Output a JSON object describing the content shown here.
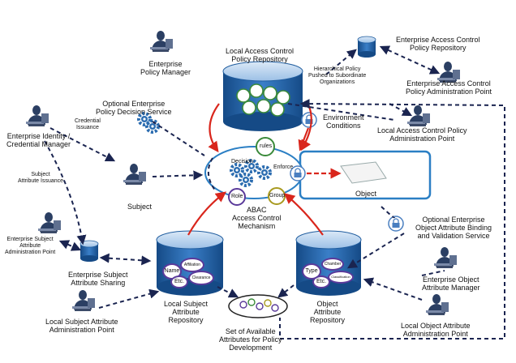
{
  "labels": {
    "policy_manager": "Enterprise\nPolicy  Manager",
    "local_repo": "Local Access Control\nPolicy Repository",
    "hierarchical": "Hierarchical Policy\nPushed to Subordinate\nOrganizations",
    "ent_repo": "Enterprise Access Control\nPolicy Repository",
    "ent_admin": "Enterprise Access Control\nPolicy Administration Point",
    "opt_pds": "Optional Enterprise\nPolicy Decision Service",
    "credential_issuance": "Credential\nIssuance",
    "identity_manager": "Enterprise Identity /\nCredential Manager",
    "env_conditions": "Environment\nConditions",
    "local_admin": "Local Access Control Policy\nAdministration Point",
    "subject_attr_issuance": "Subject\nAttribute Issuance",
    "subject": "Subject",
    "object": "Object",
    "abac": "ABAC\nAccess Control\nMechanism",
    "opt_binding": "Optional Enterprise\nObject Attribute Binding\nand Validation Service",
    "ent_subject_admin": "Enterprise Subject\nAttribute\nAdministration Point",
    "ent_subject_sharing": "Enterprise Subject\nAttribute Sharing",
    "local_subject_repo": "Local Subject\nAttribute\nRepository",
    "object_repo": "Object\nAttribute\nRepository",
    "ent_object_manager": "Enterprise Object\nAttribute Manager",
    "local_subject_admin": "Local Subject Attribute\nAdministration Point",
    "set_available": "Set of Available\nAttributes for Policy\nDevelopment",
    "local_object_admin": "Local Object Attribute\nAdministration Point"
  },
  "mechanism": {
    "decision": "Decision",
    "enforce": "Enforce",
    "rules": "rules",
    "role": "Role",
    "group": "Group"
  },
  "subject_repo_bubbles": [
    "Name",
    "Affiliation",
    "Clearance",
    "Etc."
  ],
  "object_repo_bubbles": [
    "Type",
    "Chamber",
    "Classification",
    "Etc."
  ],
  "colors": {
    "cylinder_top": "#bcd6ef",
    "cylinder_body": "#1f5c9e",
    "gear": "#2b6cb0",
    "arrow_red": "#d9261c",
    "arrow_dark": "#1a2450",
    "bubble_green": "#3a8a3a",
    "bubble_purple": "#5a3a9a"
  }
}
